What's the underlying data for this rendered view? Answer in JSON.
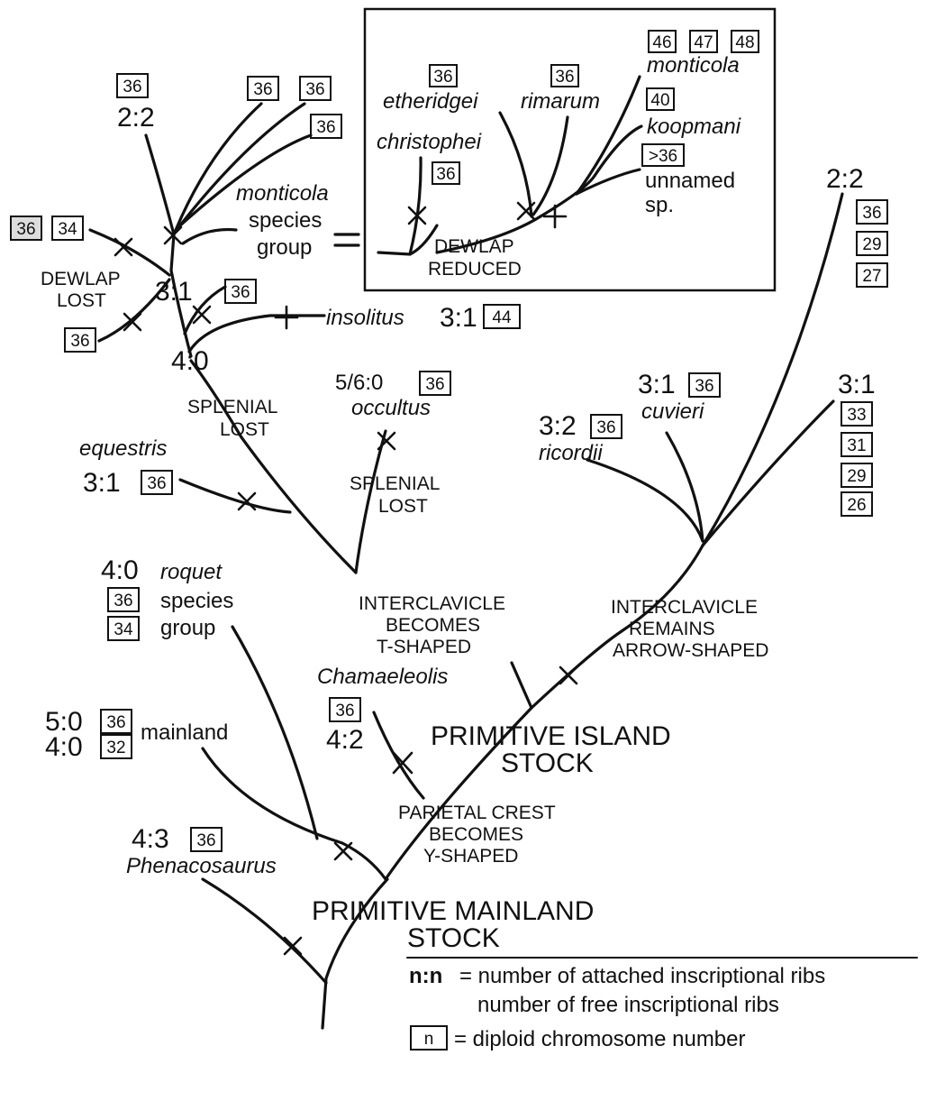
{
  "inset": {
    "species": {
      "etheridgei": "etheridgei",
      "rimarum": "rimarum",
      "christophei": "christophei",
      "monticola": "monticola",
      "koopmani": "koopmani",
      "unnamed": "unnamed",
      "unnamed_sp": "sp."
    },
    "chrom": {
      "etheridgei": "36",
      "rimarum": "36",
      "christophei": "36",
      "monticola_a": "46",
      "monticola_b": "47",
      "monticola_c": "48",
      "koopmani": "40",
      "unnamed": ">36"
    },
    "dewlap_reduced_1": "DEWLAP",
    "dewlap_reduced_2": "REDUCED"
  },
  "monticola_group": {
    "name": "monticola",
    "line2": "species",
    "line3": "group",
    "equals": "=",
    "ratio_top": "2:2",
    "chrom_top": "36",
    "chrom_b": "36",
    "chrom_c": "36",
    "chrom_d": "36",
    "chrom_left_a": "36",
    "chrom_left_b": "34",
    "dewlap_lost_1": "DEWLAP",
    "dewlap_lost_2": "LOST",
    "ratio_node": "3:1",
    "chrom_mid": "36",
    "chrom_low_left": "36",
    "ratio_base": "4:0"
  },
  "insolitus": {
    "name": "insolitus",
    "ratio": "3:1",
    "chrom": "44"
  },
  "splenial_lost_a": {
    "line1": "SPLENIAL",
    "line2": "LOST"
  },
  "splenial_lost_b": {
    "line1": "SPLENIAL",
    "line2": "LOST"
  },
  "occultus": {
    "ratio": "5/6:0",
    "chrom": "36",
    "name": "occultus"
  },
  "equestris": {
    "name": "equestris",
    "ratio": "3:1",
    "chrom": "36"
  },
  "interclavicle_t": {
    "line1": "INTERCLAVICLE",
    "line2": "BECOMES",
    "line3": "T-SHAPED"
  },
  "interclavicle_arrow": {
    "line1": "INTERCLAVICLE",
    "line2": "REMAINS",
    "line3": "ARROW-SHAPED"
  },
  "ricordii": {
    "ratio": "3:2",
    "chrom": "36",
    "name": "ricordii"
  },
  "cuvieri": {
    "ratio": "3:1",
    "chrom": "36",
    "name": "cuvieri"
  },
  "right_top": {
    "ratio": "2:2",
    "chrom": [
      "36",
      "29",
      "27"
    ]
  },
  "right_mid": {
    "ratio": "3:1",
    "chrom": [
      "33",
      "31",
      "29",
      "26"
    ]
  },
  "roquet": {
    "ratio": "4:0",
    "name": "roquet",
    "chrom_a": "36",
    "line2": "species",
    "chrom_b": "34",
    "line3": "group"
  },
  "chamaeleolis": {
    "name": "Chamaeleolis",
    "chrom": "36",
    "ratio": "4:2"
  },
  "primitive_island": {
    "line1": "PRIMITIVE ISLAND",
    "line2": "STOCK"
  },
  "mainland": {
    "ratio_a": "5:0",
    "chrom_a": "36",
    "ratio_b": "4:0",
    "chrom_b": "32",
    "name": "mainland"
  },
  "parietal": {
    "line1": "PARIETAL CREST",
    "line2": "BECOMES",
    "line3": "Y-SHAPED"
  },
  "phenacosaurus": {
    "ratio": "4:3",
    "chrom": "36",
    "name": "Phenacosaurus"
  },
  "primitive_mainland": {
    "line1": "PRIMITIVE MAINLAND",
    "line2": "STOCK"
  },
  "legend": {
    "ratio_key": "n:n",
    "ratio_text_1": "= number of attached inscriptional ribs",
    "ratio_text_2": "number of free inscriptional ribs",
    "box_key": "n",
    "box_text": "= diploid chromosome number"
  }
}
